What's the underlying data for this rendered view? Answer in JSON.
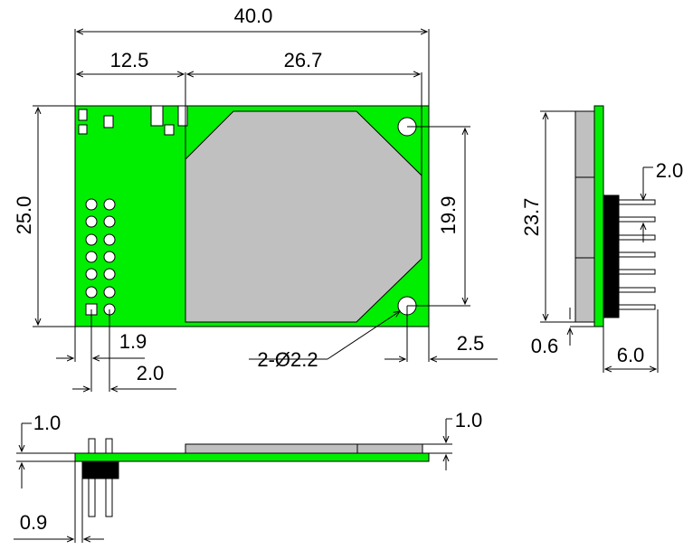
{
  "dimensions": {
    "overall_length": "40.0",
    "left_section": "12.5",
    "right_section": "26.7",
    "height": "25.0",
    "hole_spacing": "19.9",
    "pin_pitch_x": "1.9",
    "pin_pitch_y": "2.0",
    "hole_spec": "2-Ø2.2",
    "hole_edge_offset": "2.5",
    "side_height": "23.7",
    "side_pin_pitch": "2.0",
    "side_board_thickness": "0.6",
    "side_depth": "6.0",
    "bottom_pin_top": "1.0",
    "bottom_shield_height": "1.0",
    "bottom_offset": "0.9"
  },
  "colors": {
    "board": "#00ee00",
    "shield": "#c0c0c0",
    "connector": "#000000"
  }
}
